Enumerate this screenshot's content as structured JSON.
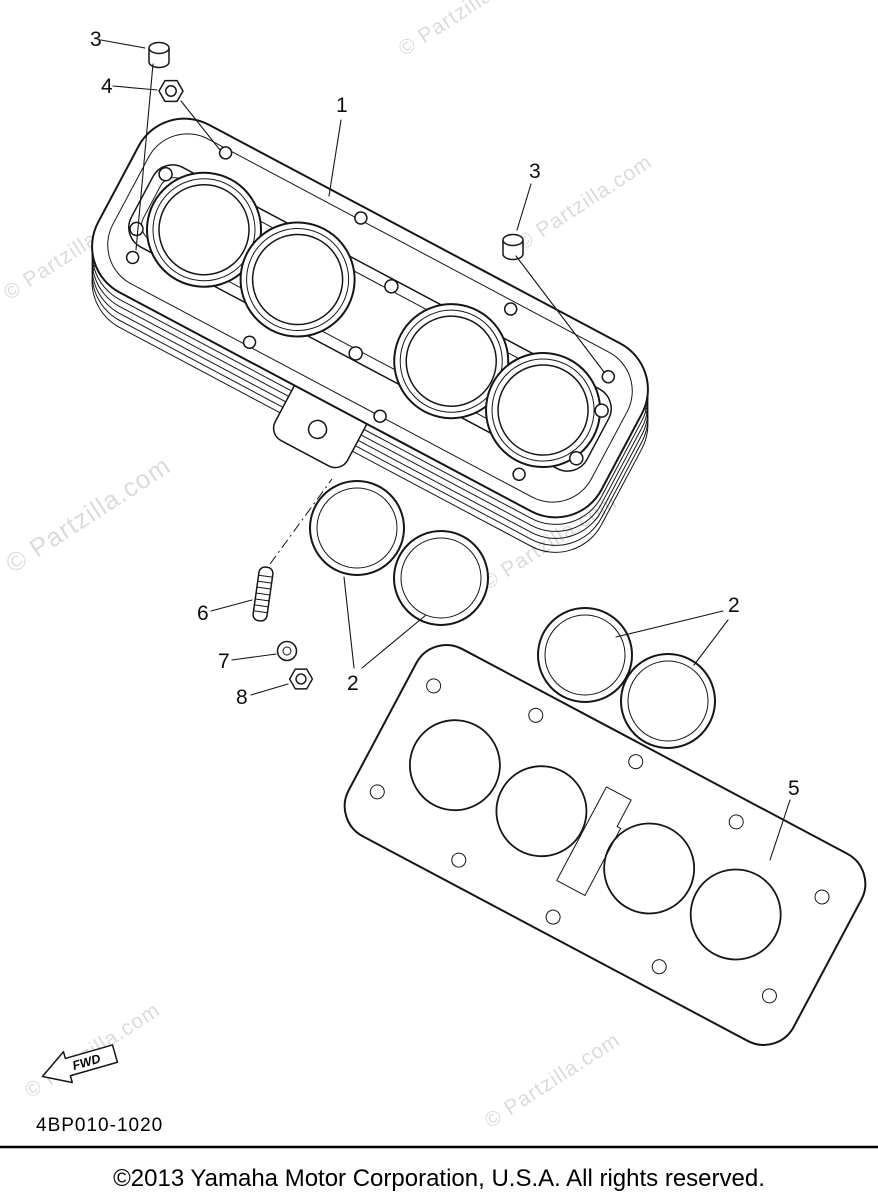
{
  "page": {
    "watermark_text": "© Partzilla.com",
    "fwd_label": "FWD",
    "diagram_code": "4BP010-1020",
    "copyright": "©2013 Yamaha Motor Corporation, U.S.A. All rights reserved."
  },
  "callouts": {
    "n1": "1",
    "n2_left": "2",
    "n2_right": "2",
    "n3_top": "3",
    "n3_mid": "3",
    "n4": "4",
    "n5": "5",
    "n6": "6",
    "n7": "7",
    "n8": "8"
  },
  "colors": {
    "line": "#161616",
    "watermark_gray": "#d8d8d8"
  }
}
